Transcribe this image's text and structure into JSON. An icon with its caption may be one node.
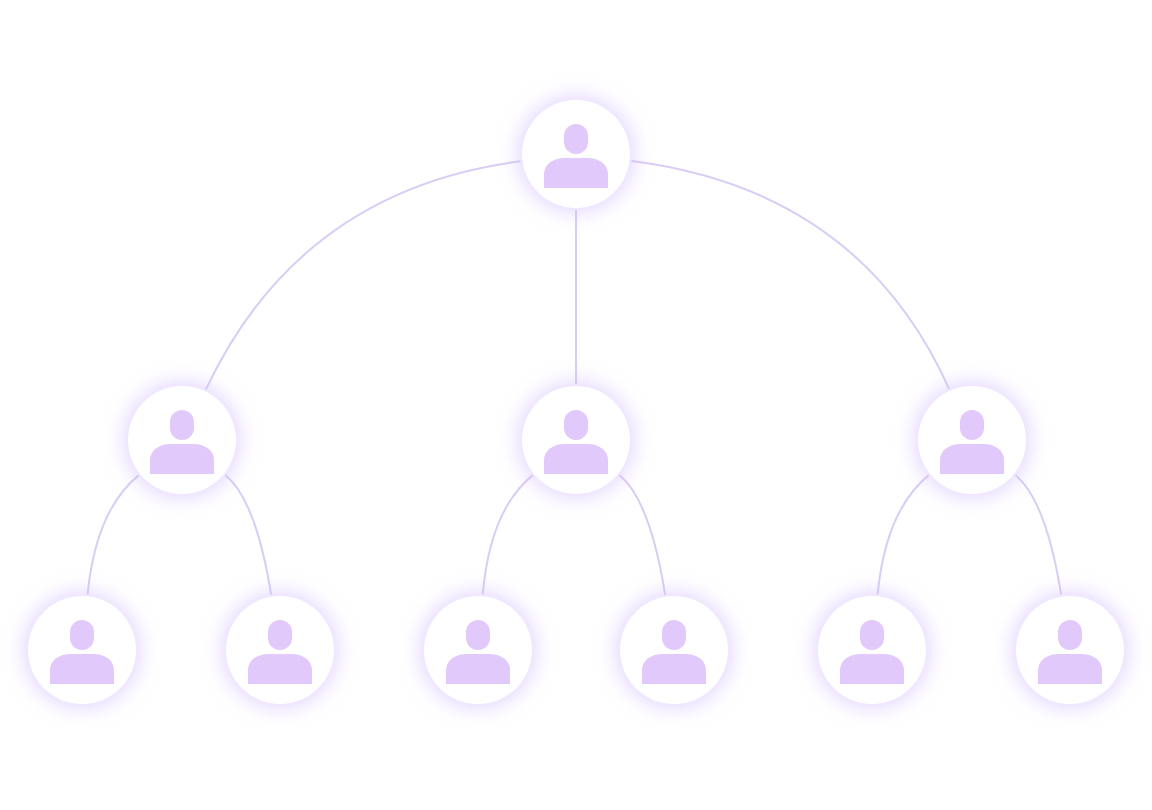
{
  "diagram": {
    "nodes": [
      {
        "text": [],
        "shape": "person"
      },
      {
        "text": [],
        "shape": "person"
      },
      {
        "text": [],
        "shape": "person"
      },
      {
        "text": [],
        "shape": "person"
      },
      {
        "text": [],
        "shape": "person"
      },
      {
        "text": [],
        "shape": "person"
      },
      {
        "text": [],
        "shape": "person"
      },
      {
        "text": [],
        "shape": "person"
      },
      {
        "text": [],
        "shape": "person"
      },
      {
        "text": [],
        "shape": "person"
      }
    ],
    "edges": [
      {
        "from": 0,
        "to": 1,
        "arrow": "none"
      },
      {
        "from": 0,
        "to": 2,
        "arrow": "none"
      },
      {
        "from": 0,
        "to": 3,
        "arrow": "none"
      },
      {
        "from": 1,
        "to": 4,
        "arrow": "none"
      },
      {
        "from": 1,
        "to": 5,
        "arrow": "none"
      },
      {
        "from": 2,
        "to": 6,
        "arrow": "none"
      },
      {
        "from": 2,
        "to": 7,
        "arrow": "none"
      },
      {
        "from": 3,
        "to": 8,
        "arrow": "none"
      },
      {
        "from": 3,
        "to": 9,
        "arrow": "none"
      }
    ]
  }
}
